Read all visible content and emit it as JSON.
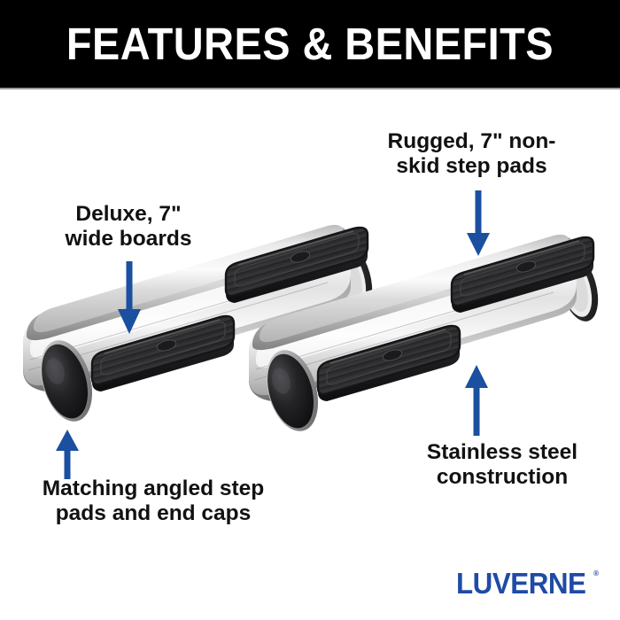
{
  "header": {
    "title": "FEATURES & BENEFITS",
    "background_color": "#000000",
    "text_color": "#FFFFFF",
    "rule_color": "#9A9A9A"
  },
  "theme": {
    "accent_blue": "#1F4BA5",
    "arrow_blue": "#1B4FA0",
    "text_black": "#111111",
    "page_background": "#FFFFFF"
  },
  "callouts": [
    {
      "id": "deluxe-wide-boards",
      "text": "Deluxe, 7\"\nwide boards",
      "arrow": "down",
      "arrow_color": "#1B4FA0"
    },
    {
      "id": "rugged-step-pads",
      "text": "Rugged, 7\" non-\nskid step pads",
      "arrow": "down",
      "arrow_color": "#1B4FA0"
    },
    {
      "id": "matching-end-caps",
      "text": "Matching angled step\npads and end caps",
      "arrow": "up",
      "arrow_color": "#1B4FA0"
    },
    {
      "id": "stainless-construction",
      "text": "Stainless steel\nconstruction",
      "arrow": "up",
      "arrow_color": "#1B4FA0"
    }
  ],
  "product": {
    "name": "stainless steel running boards",
    "board_count": 2,
    "step_pads_per_board": 2,
    "board_finish": "polished stainless steel",
    "pad_color": "#2B2B2D",
    "end_cap_color": "#1A1A1C"
  },
  "brand": {
    "name": "LUVERNE",
    "registered_mark": "®",
    "color": "#1F4BA5"
  }
}
